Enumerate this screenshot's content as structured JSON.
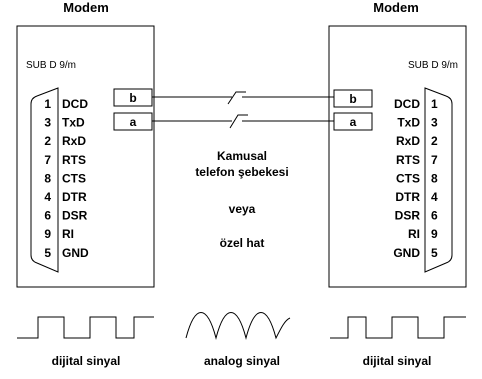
{
  "left_modem": {
    "title": "Modem",
    "connector": "SUB D 9/m",
    "pin_numbers": [
      "1",
      "3",
      "2",
      "7",
      "8",
      "4",
      "6",
      "9",
      "5"
    ],
    "pin_names": [
      "DCD",
      "TxD",
      "RxD",
      "RTS",
      "CTS",
      "DTR",
      "DSR",
      "RI",
      "GND"
    ],
    "wire_a": "a",
    "wire_b": "b"
  },
  "right_modem": {
    "title": "Modem",
    "connector": "SUB D 9/m",
    "pin_numbers": [
      "1",
      "3",
      "2",
      "7",
      "8",
      "4",
      "6",
      "9",
      "5"
    ],
    "pin_names": [
      "DCD",
      "TxD",
      "RxD",
      "RTS",
      "CTS",
      "DTR",
      "DSR",
      "RI",
      "GND"
    ],
    "wire_a": "a",
    "wire_b": "b"
  },
  "network": {
    "line1": "Kamusal",
    "line2": "telefon şebekesi",
    "or": "veya",
    "alt": "özel hat"
  },
  "signals": {
    "left": "dijital sinyal",
    "middle": "analog sinyal",
    "right": "dijital sinyal"
  }
}
